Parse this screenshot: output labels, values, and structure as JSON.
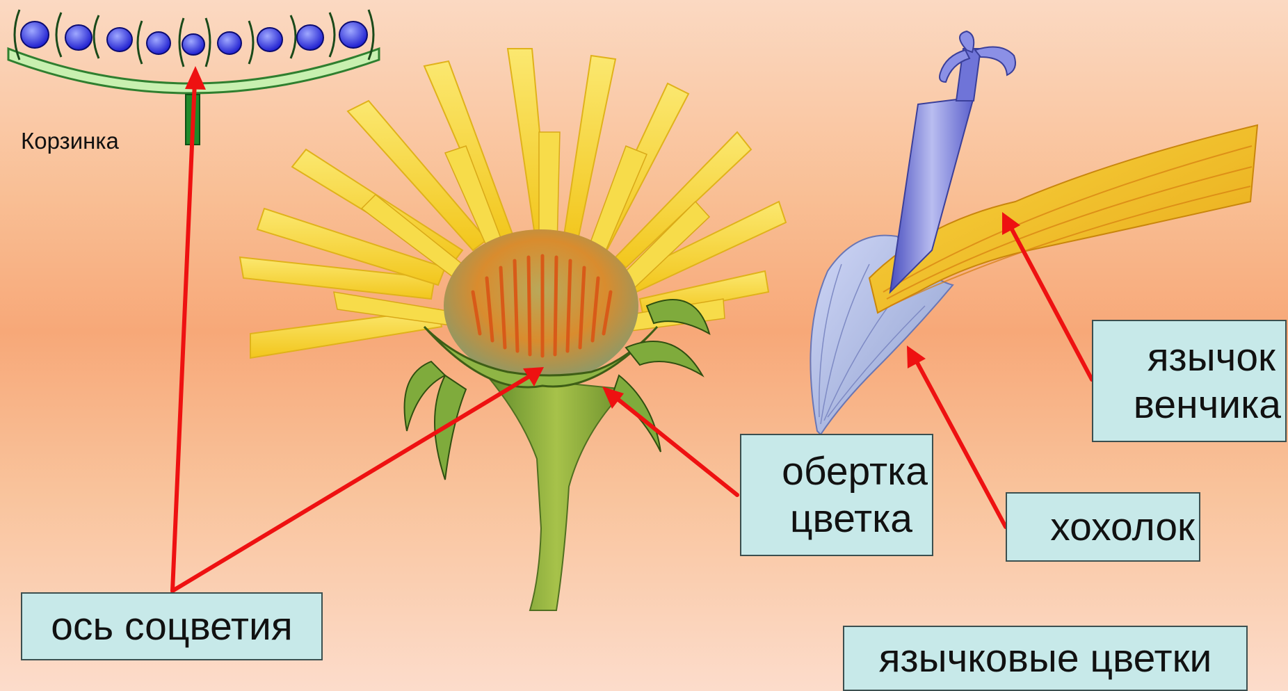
{
  "caption": {
    "basket": "Корзинка"
  },
  "labels": {
    "axis": "ось соцветия",
    "involucre": [
      "обертка",
      "цветка"
    ],
    "tongue": [
      "язычок",
      "венчика"
    ],
    "pappus": "хохолок",
    "ligulate": "язычковые цветки"
  },
  "colors": {
    "background_top": "#fbd9c2",
    "background_mid": "#f7a878",
    "label_fill": "#c7e9e9",
    "arrow": "#ee1111",
    "petal_yellow": "#f4d430",
    "disk_orange": "#e48a22",
    "stem_green": "#7fa83a",
    "floret_blue": "#3a3ae0"
  }
}
